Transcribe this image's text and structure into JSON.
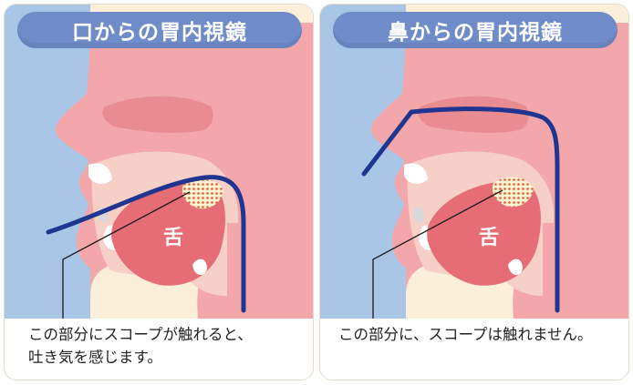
{
  "panels": [
    {
      "title": "口からの胃内視鏡",
      "tongue_label": "舌",
      "caption_lines": [
        "この部分にスコープが触れると、",
        "吐き気を感じます。"
      ]
    },
    {
      "title": "鼻からの胃内視鏡",
      "tongue_label": "舌",
      "caption_lines": [
        "この部分に、スコープは触れません。"
      ]
    }
  ],
  "colors": {
    "title_bg": "#6f8cc9",
    "scope": "#1f3590",
    "skin": "#f3a7ab",
    "tongue": "#e66d75",
    "background_blue": "#aac6e6",
    "background_cream": "#fbefd9"
  }
}
